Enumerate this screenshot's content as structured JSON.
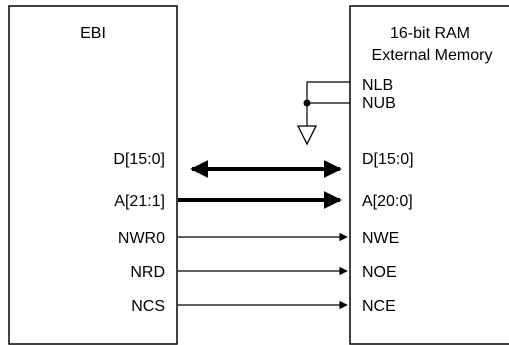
{
  "ebi": {
    "title": "EBI",
    "pins": [
      "D[15:0]",
      "A[21:1]",
      "NWR0",
      "NRD",
      "NCS"
    ]
  },
  "ram": {
    "title_line1": "16-bit RAM",
    "title_line2": "External Memory",
    "tie_pins": [
      "NLB",
      "NUB"
    ],
    "pins": [
      "D[15:0]",
      "A[20:0]",
      "NWE",
      "NOE",
      "NCE"
    ]
  },
  "connections": [
    {
      "from": "D[15:0]",
      "to": "D[15:0]",
      "kind": "bus",
      "direction": "bidirectional"
    },
    {
      "from": "A[21:1]",
      "to": "A[20:0]",
      "kind": "bus",
      "direction": "to-memory"
    },
    {
      "from": "NWR0",
      "to": "NWE",
      "kind": "signal",
      "direction": "to-memory"
    },
    {
      "from": "NRD",
      "to": "NOE",
      "kind": "signal",
      "direction": "to-memory"
    },
    {
      "from": "NCS",
      "to": "NCE",
      "kind": "signal",
      "direction": "to-memory"
    }
  ],
  "ground_tie": {
    "pins": [
      "NLB",
      "NUB"
    ],
    "to": "ground"
  }
}
